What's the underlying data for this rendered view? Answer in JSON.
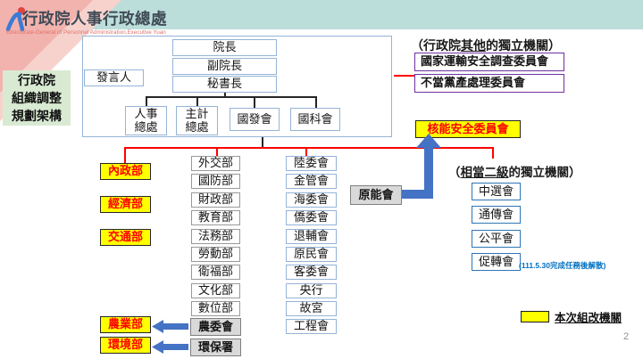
{
  "page_number": "2",
  "header": {
    "title": "行政院人事行政總處",
    "subtitle": "Directorate-General of Personnel Administration,Executive Yuan"
  },
  "sidebar": {
    "line1": "行政院",
    "line2": "組織調整",
    "line3": "規劃架構"
  },
  "org_top": {
    "president": "院長",
    "vice_president": "副院長",
    "secretary_general": "秘書長",
    "spokesperson": "發言人",
    "personnel": "人事\n總處",
    "budget": "主計\n總處",
    "ndc": "國發會",
    "nstc": "國科會"
  },
  "columns": {
    "yellow": [
      "內政部",
      "經濟部",
      "交通部"
    ],
    "middle": [
      "外交部",
      "國防部",
      "財政部",
      "教育部",
      "法務部",
      "勞動部",
      "衛福部",
      "文化部",
      "數位部"
    ],
    "middle_gray": [
      "農委會",
      "環保署"
    ],
    "bottom_yellow": [
      "農業部",
      "環境部"
    ],
    "right": [
      "陸委會",
      "金管會",
      "海委會",
      "僑委會",
      "退輔會",
      "原民會",
      "客委會",
      "央行",
      "故宮",
      "工程會"
    ]
  },
  "aec": {
    "label": "原能會"
  },
  "nuclear_safety": {
    "label": "核能安全委員會"
  },
  "independent_other": {
    "heading_pre": "（行政院",
    "heading_underline": "其他",
    "heading_post": "的獨立機關）",
    "items": [
      "國家運輸安全調查委員會",
      "不當黨產處理委員會"
    ]
  },
  "independent_secondary": {
    "heading_pre": "（",
    "heading_underline": "相當二級",
    "heading_post": "的獨立機關）",
    "items": [
      "中選會",
      "通傳會",
      "公平會",
      "促轉會"
    ],
    "note": "(111.5.30完成任務後解散)"
  },
  "legend": {
    "label": "本次組改機關"
  },
  "colors": {
    "header_teal": "#bcdedb",
    "header_pink": "#f2b2ad",
    "sidebar_green": "#d9ead3",
    "highlight_yellow": "#ffff00",
    "highlight_text_red": "#fe0000",
    "purple_border": "#7030a0",
    "light_blue_border": "#95b3d7",
    "independent_blue_border": "#2e75b6",
    "arrow_blue": "#4472c4",
    "note_blue": "#0070c0",
    "connector_red": "#ff0000"
  }
}
